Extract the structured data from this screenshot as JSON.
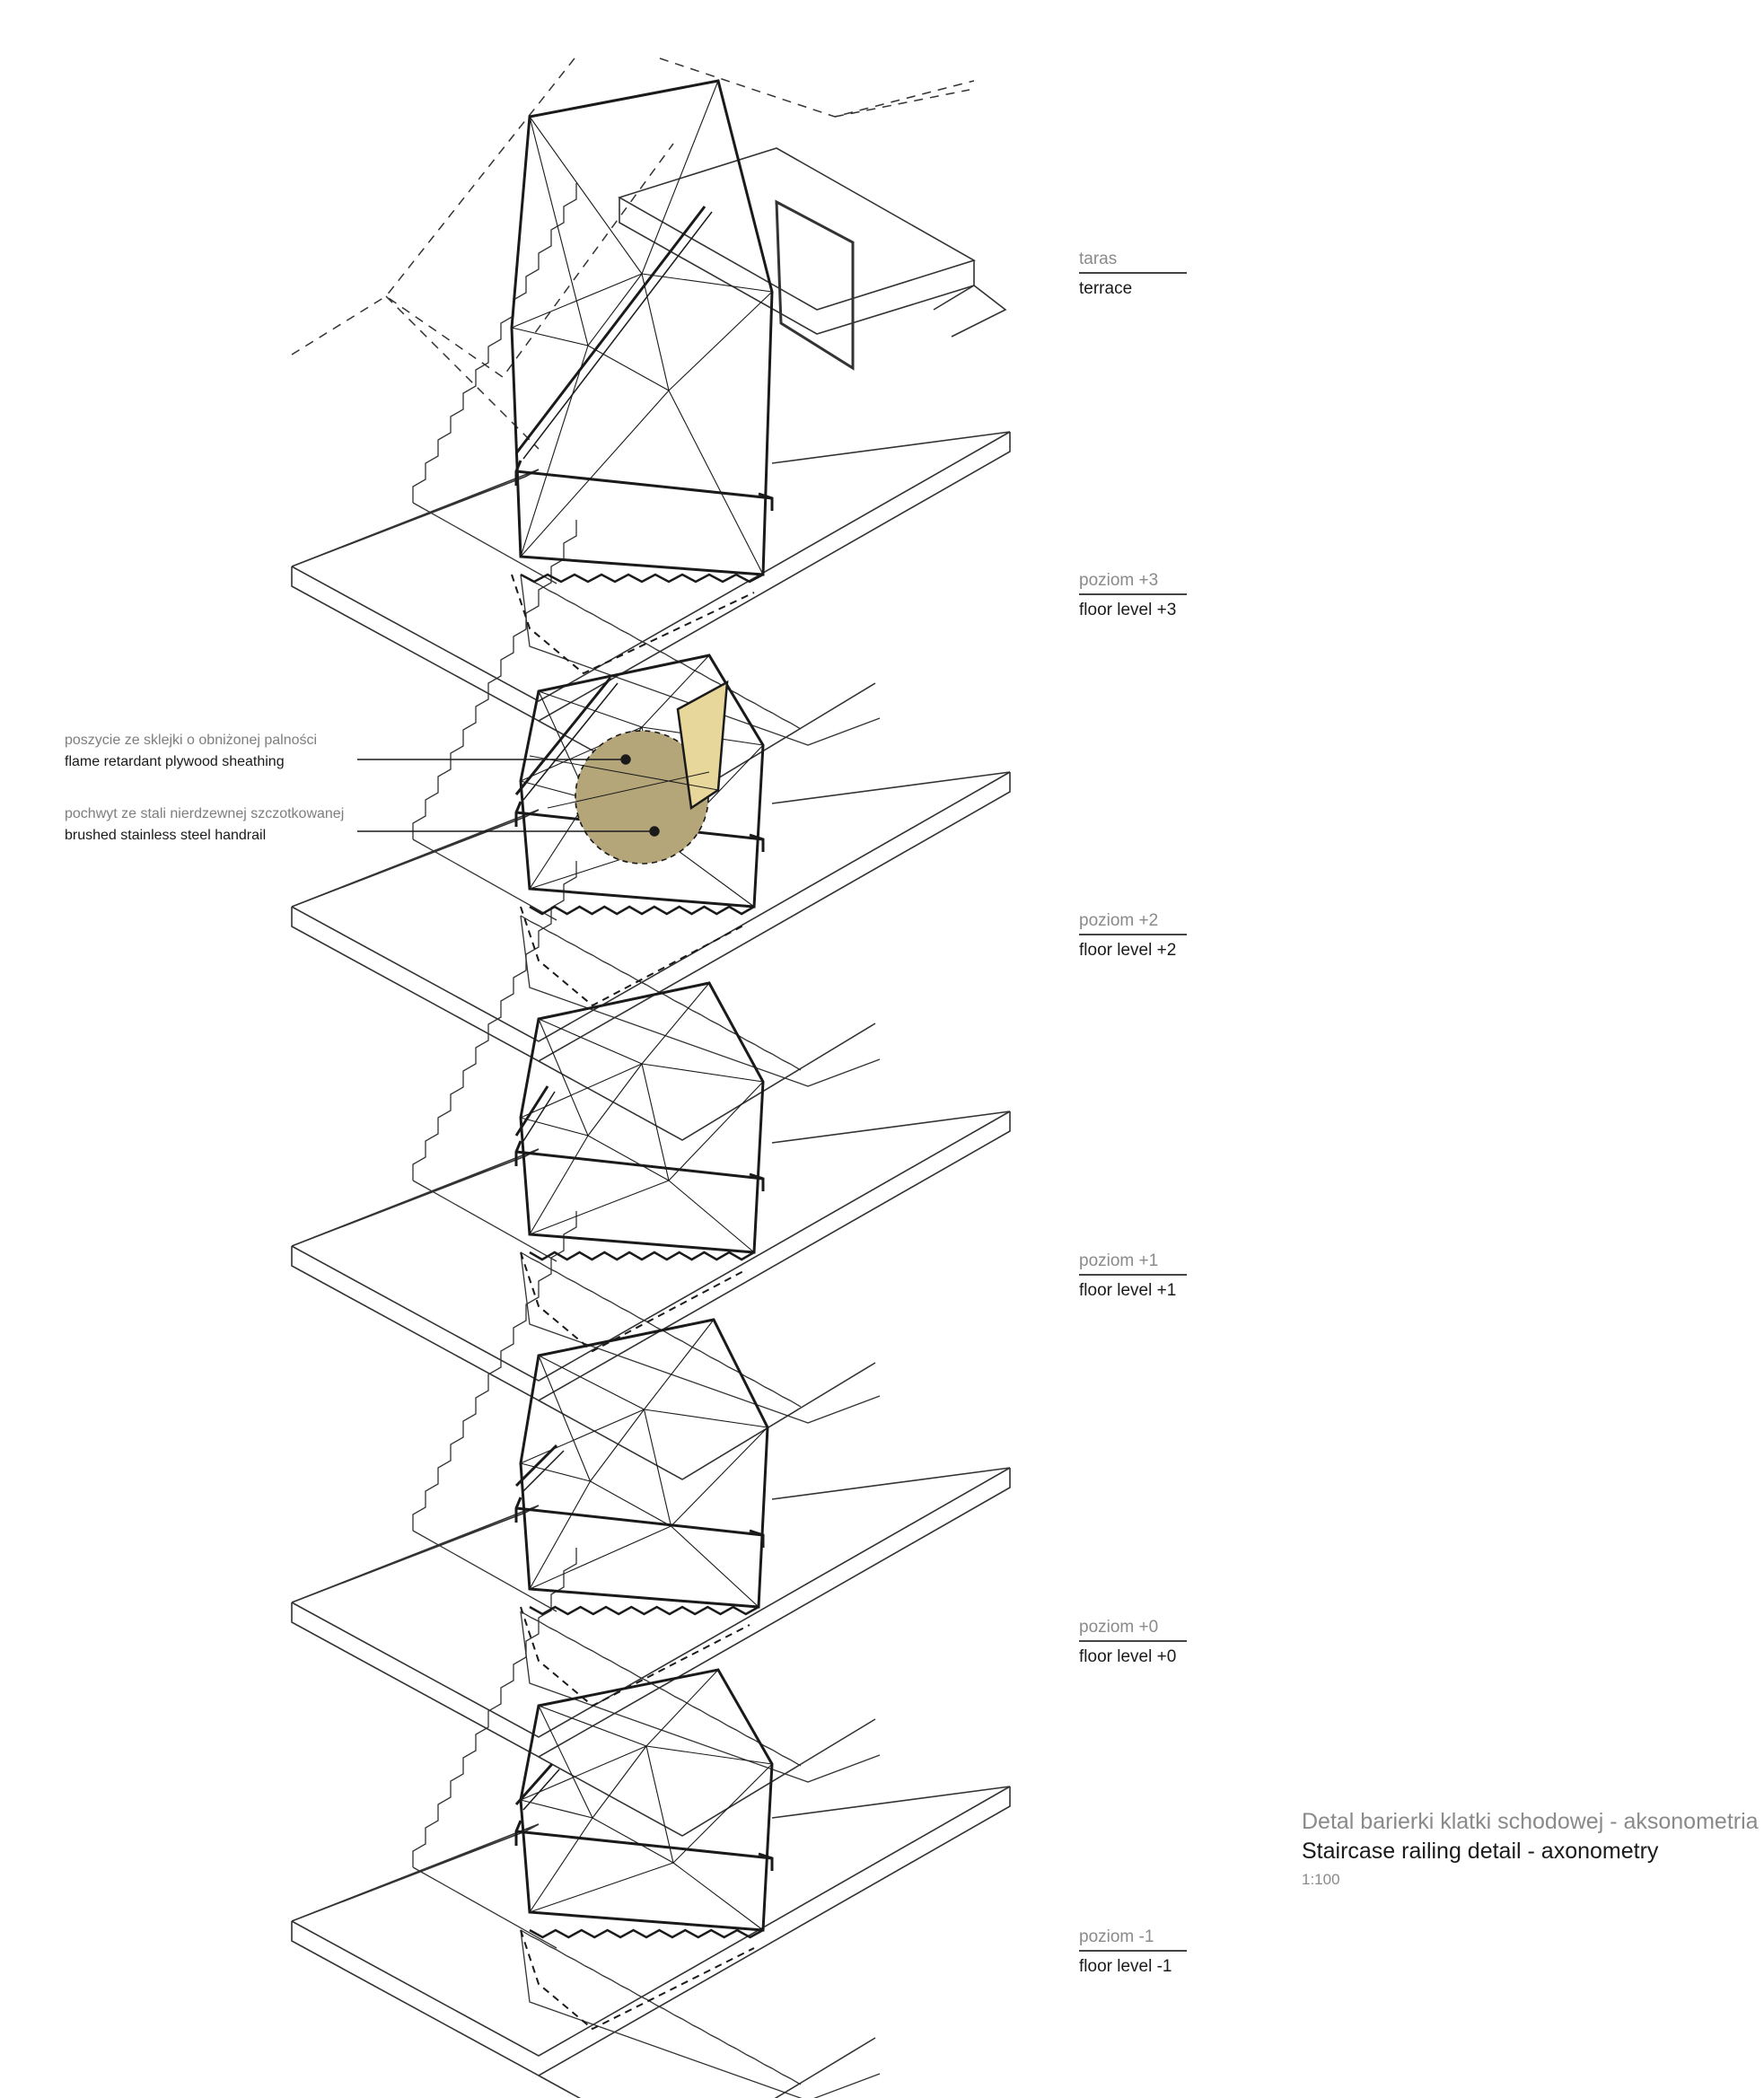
{
  "title": {
    "pl": "Detal barierki klatki schodowej - aksonometria",
    "en": "Staircase railing detail - axonometry",
    "scale": "1:100"
  },
  "levels": [
    {
      "pl": "taras",
      "en": "terrace"
    },
    {
      "pl": "poziom +3",
      "en": "floor level +3"
    },
    {
      "pl": "poziom +2",
      "en": "floor level +2"
    },
    {
      "pl": "poziom +1",
      "en": "floor level +1"
    },
    {
      "pl": "poziom +0",
      "en": "floor level +0"
    },
    {
      "pl": "poziom -1",
      "en": "floor level -1"
    }
  ],
  "callouts": [
    {
      "pl": "poszycie ze sklejki o obniżonej palności",
      "en": "flame retardant plywood sheathing"
    },
    {
      "pl": "pochwyt ze stali nierdzewnej szczotkowanej",
      "en": "brushed stainless steel handrail"
    }
  ],
  "colors": {
    "line": "#1a1a1a",
    "highlight": "#b5a67a",
    "highlight_light": "#e8d79a",
    "label_grey": "#8a8a8a"
  }
}
